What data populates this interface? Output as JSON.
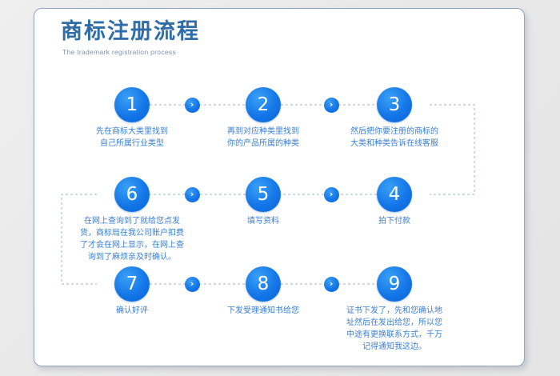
{
  "page": {
    "background_color": "#ebebeb",
    "card_color": "#ffffff",
    "card_border_color": "#8fa5c4",
    "accent_color": "#1476e8",
    "title_color": "#2f6ca8",
    "caption_color": "#3a7fd5",
    "connector_color": "#9bb7d8"
  },
  "header": {
    "title": "商标注册流程",
    "subtitle": "The trademark registration process"
  },
  "flow": {
    "arrow_glyph": "›",
    "steps": [
      {
        "number": "1",
        "caption": "先在商标大类里找到\n自己所属行业类型",
        "row": 1
      },
      {
        "number": "2",
        "caption": "再到对应种类里找到\n你的产品所属的种类",
        "row": 1
      },
      {
        "number": "3",
        "caption": "然后把你要注册的商标的\n大类和种类告诉在线客服",
        "row": 1
      },
      {
        "number": "4",
        "caption": "拍下付款",
        "row": 2
      },
      {
        "number": "5",
        "caption": "填写资料",
        "row": 2
      },
      {
        "number": "6",
        "caption": "在网上查询到了就给您点发\n货，商标局在我公司账户扣费\n了才会在网上显示，在网上查\n询到了麻烦亲及时确认。",
        "row": 2
      },
      {
        "number": "7",
        "caption": "确认好评",
        "row": 3
      },
      {
        "number": "8",
        "caption": "下发受理通知书给您",
        "row": 3
      },
      {
        "number": "9",
        "caption": "证书下发了，先和您确认地\n址然后在发出给您，所以您\n中途有更换联系方式，千万\n记得通知我这边。",
        "row": 3
      }
    ]
  }
}
